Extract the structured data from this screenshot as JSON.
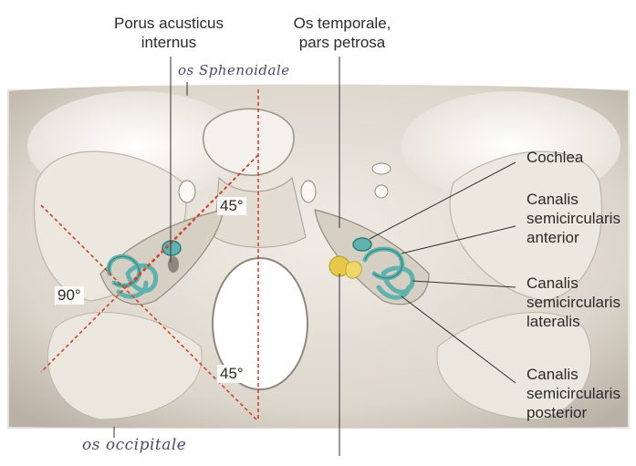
{
  "labels": {
    "porus": [
      "Porus acusticus",
      "internus"
    ],
    "os_temporale": [
      "Os temporale,",
      "pars petrosa"
    ],
    "cochlea": "Cochlea",
    "canalis_anterior": [
      "Canalis",
      "semicircularis",
      "anterior"
    ],
    "canalis_lateralis": [
      "Canalis",
      "semicircularis",
      "lateralis"
    ],
    "canalis_posterior": [
      "Canalis",
      "semicircularis",
      "posterior"
    ]
  },
  "angles": {
    "top": "45°",
    "left": "90°",
    "bottom": "45°"
  },
  "handwritten": {
    "sphenoidale": "os Sphenoidale",
    "occipitale": "os occipitale"
  },
  "colors": {
    "bone": "#dcd6cc",
    "bone_light": "#efeae2",
    "bone_dark": "#a79f94",
    "cavity": "#f7f5f1",
    "canal": "#5fb3ac",
    "canal_dark": "#2f7f79",
    "ossicle": "#e8c84a",
    "guide_line": "#d0452f",
    "leader_line": "#333333"
  }
}
